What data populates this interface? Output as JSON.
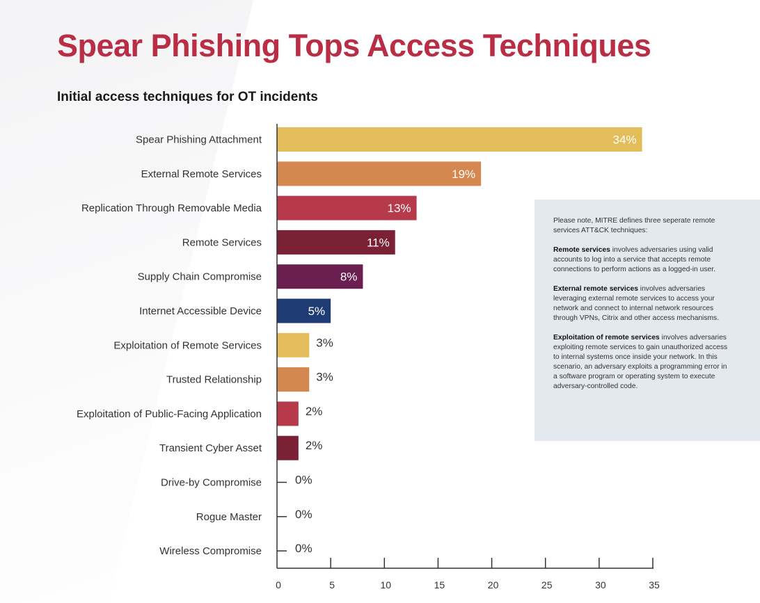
{
  "title": "Spear Phishing Tops Access Techniques",
  "subtitle": "Initial access techniques for OT incidents",
  "chart_data": {
    "type": "bar",
    "orientation": "horizontal",
    "title": "Initial access techniques for OT incidents",
    "categories": [
      "Spear Phishing Attachment",
      "External Remote Services",
      "Replication Through Removable Media",
      "Remote Services",
      "Supply Chain Compromise",
      "Internet Accessible Device",
      "Exploitation of Remote Services",
      "Trusted Relationship",
      "Exploitation of Public-Facing Application",
      "Transient Cyber Asset",
      "Drive-by Compromise",
      "Rogue Master",
      "Wireless Compromise"
    ],
    "values": [
      34,
      19,
      13,
      11,
      8,
      5,
      3,
      3,
      2,
      2,
      0,
      0,
      0
    ],
    "labels": [
      "34%",
      "19%",
      "13%",
      "11%",
      "8%",
      "5%",
      "3%",
      "3%",
      "2%",
      "2%",
      "0%",
      "0%",
      "0%"
    ],
    "colors": [
      "#e2bd5a",
      "#d4874e",
      "#b73a4a",
      "#7a2136",
      "#6a1f50",
      "#1f3b73",
      "#e2bd5a",
      "#d4874e",
      "#b73a4a",
      "#7a2136",
      "#7a2136",
      "#7a2136",
      "#7a2136"
    ],
    "xticks": [
      0,
      5,
      10,
      15,
      20,
      25,
      30,
      35
    ],
    "xlim": [
      0,
      35
    ],
    "xlabel": "",
    "ylabel": ""
  },
  "note": {
    "intro": "Please note, MITRE defines three seperate remote services ATT&CK techniques:",
    "items": [
      {
        "term": "Remote services",
        "text": " involves adversaries using valid accounts to log into a service that accepts remote connections to perform actions as a logged-in user."
      },
      {
        "term": "External remote services",
        "text": " involves adversaries leveraging external remote services to access your network and connect to internal network resources through VPNs, Citrix and other access mechanisms."
      },
      {
        "term": "Exploitation of remote services",
        "text": " involves adversaries exploiting remote services to gain unauthorized access to internal systems once inside your network. In this scenario, an adversary exploits a programming error in a software program or operating system to execute adversary-controlled code."
      }
    ]
  }
}
